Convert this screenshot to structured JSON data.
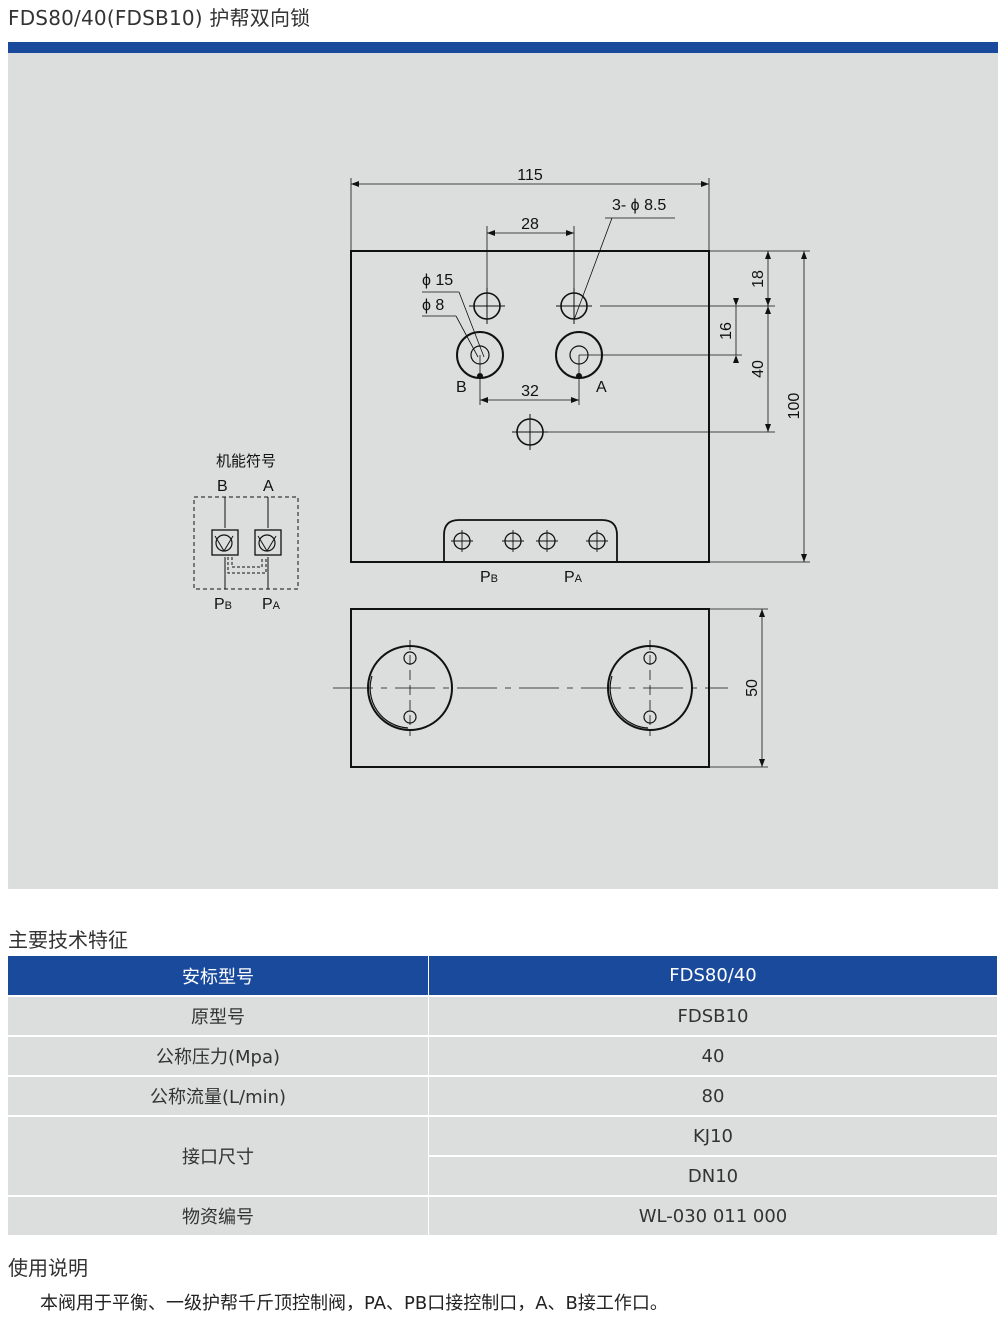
{
  "page_title": "FDS80/40(FDSB10) 护帮双向锁",
  "drawing": {
    "dim_overall_width": "115",
    "dim_hole_spacing": "28",
    "dim_hole_spec": "3- ϕ 8.5",
    "dim_d15": "ϕ 15",
    "dim_d8": "ϕ 8",
    "dim_18": "18",
    "dim_16": "16",
    "dim_40": "40",
    "dim_100": "100",
    "dim_32": "32",
    "dim_50": "50",
    "port_b": "B",
    "port_a": "A",
    "port_pb_main": "P",
    "port_pb_sub": "B",
    "port_pa_main": "P",
    "port_pa_sub": "A",
    "symbol_title": "机能符号",
    "symbol_b": "B",
    "symbol_a": "A",
    "symbol_pb_main": "P",
    "symbol_pb_sub": "B",
    "symbol_pa_main": "P",
    "symbol_pa_sub": "A"
  },
  "specs_heading": "主要技术特征",
  "specs": {
    "header": {
      "label": "安标型号",
      "value": "FDS80/40"
    },
    "rows": [
      {
        "label": "原型号",
        "value": "FDSB10"
      },
      {
        "label": "公称压力(Mpa)",
        "value": "40"
      },
      {
        "label": "公称流量(L/min)",
        "value": "80"
      },
      {
        "label": "接口尺寸",
        "value1": "KJ10",
        "value2": "DN10"
      },
      {
        "label": "物资编号",
        "value": "WL-030 011 000"
      }
    ]
  },
  "usage_heading": "使用说明",
  "usage_text": "本阀用于平衡、一级护帮千斤顶控制阀，PA、PB口接控制口，A、B接工作口。",
  "colors": {
    "accent": "#1a4a9c",
    "panel": "#dcdddd"
  }
}
